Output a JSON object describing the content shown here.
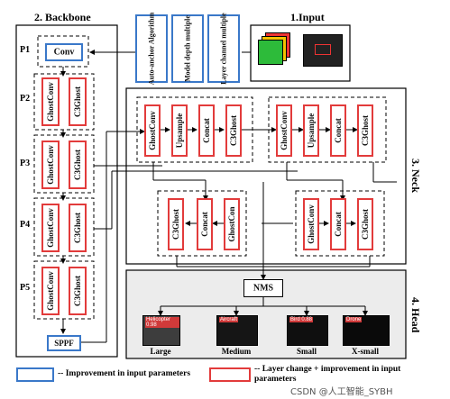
{
  "sections": {
    "input": "1.Input",
    "backbone": "2. Backbone",
    "neck": "3. Neck",
    "head": "4. Head"
  },
  "input_params": [
    "Auto-anchor Algorithm",
    "Model depth multiple",
    "Layer channel multiple"
  ],
  "backbone": {
    "stage_labels": [
      "P1",
      "P2",
      "P3",
      "P4",
      "P5"
    ],
    "conv": "Conv",
    "ghostconv": "GhostConv",
    "c3ghost": "C3Ghost",
    "sppf": "SPPF"
  },
  "neck": {
    "top_left": [
      "GhostConv",
      "Upsample",
      "Concat",
      "C3Ghost"
    ],
    "top_right": [
      "GhostConv",
      "Upsample",
      "Concat",
      "C3Ghost"
    ],
    "bottom_left": [
      "C3Ghost",
      "Concat",
      "GhostCon"
    ],
    "bottom_right": [
      "GhostConv",
      "Concat",
      "C3Ghost"
    ]
  },
  "head": {
    "nms": "NMS",
    "scales": [
      "Large",
      "Medium",
      "Small",
      "X-small"
    ],
    "detections": [
      "Helicopter 0.98",
      "Aircraft",
      "Bird 0.88",
      "Drone"
    ]
  },
  "legend": {
    "blue": "Improvement in input parameters",
    "red": "Layer change + improvement in input parameters"
  },
  "watermark": "CSDN @人工智能_SYBH",
  "colors": {
    "improvement_input": "#3a78c9",
    "layer_change": "#e23b3b",
    "head_background": "#ececec"
  }
}
